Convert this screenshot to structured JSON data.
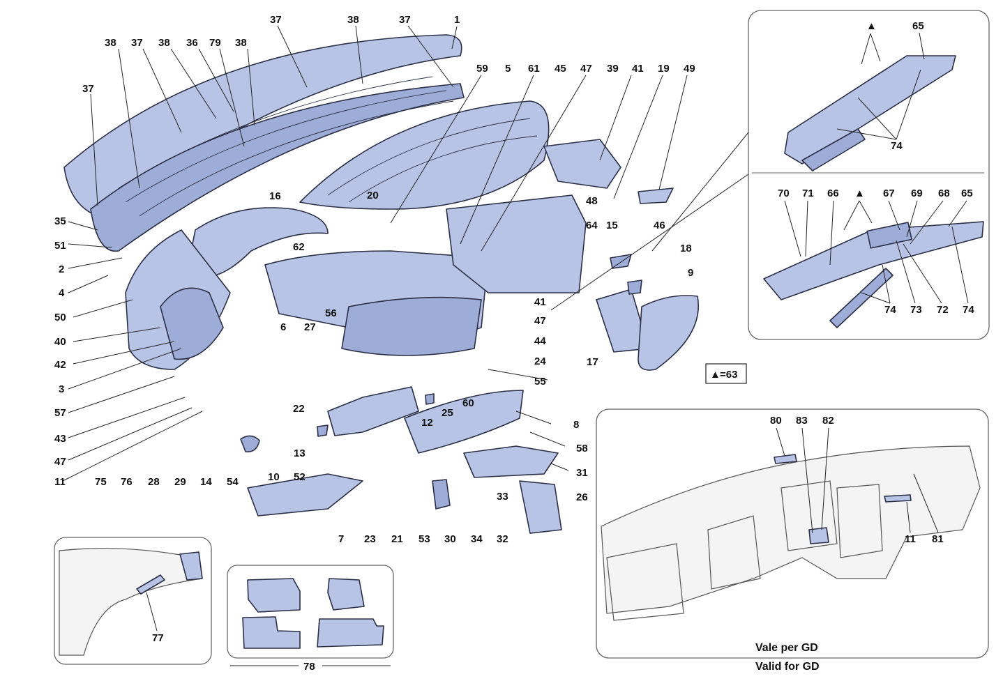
{
  "diagram": {
    "main_callouts": [
      "37",
      "38",
      "37",
      "38",
      "36",
      "79",
      "38",
      "37",
      "38",
      "37",
      "1",
      "37",
      "59",
      "5",
      "61",
      "45",
      "47",
      "39",
      "41",
      "19",
      "49",
      "20",
      "16",
      "48",
      "64",
      "15",
      "46",
      "18",
      "9",
      "35",
      "51",
      "2",
      "4",
      "50",
      "40",
      "42",
      "3",
      "57",
      "43",
      "47",
      "11",
      "75",
      "76",
      "28",
      "29",
      "14",
      "54",
      "10",
      "62",
      "6",
      "27",
      "56",
      "41",
      "47",
      "44",
      "24",
      "55",
      "60",
      "25",
      "12",
      "8",
      "13",
      "22",
      "52",
      "23",
      "21",
      "53",
      "30",
      "34",
      "32",
      "33",
      "31",
      "58",
      "26",
      "7",
      "17"
    ],
    "inset_top_right": {
      "callouts": [
        "65",
        "74"
      ],
      "triangle": "▲"
    },
    "inset_mid_right": {
      "callouts": [
        "70",
        "71",
        "66",
        "67",
        "69",
        "68",
        "65",
        "74",
        "73",
        "72",
        "74"
      ],
      "triangle": "▲"
    },
    "legend": {
      "symbol": "▲",
      "text": "=63"
    },
    "inset_bottom_right": {
      "callouts": [
        "80",
        "83",
        "82",
        "11",
        "81"
      ],
      "caption_line1": "Vale per GD",
      "caption_line2": "Valid for GD"
    },
    "inset_bottom_left": {
      "callouts": [
        "77"
      ]
    },
    "inset_bottom_mid": {
      "callouts": [
        "78"
      ]
    }
  },
  "colors": {
    "part_fill": "#b8c4e6",
    "outline": "#2b2f45",
    "frame": "#666666"
  }
}
